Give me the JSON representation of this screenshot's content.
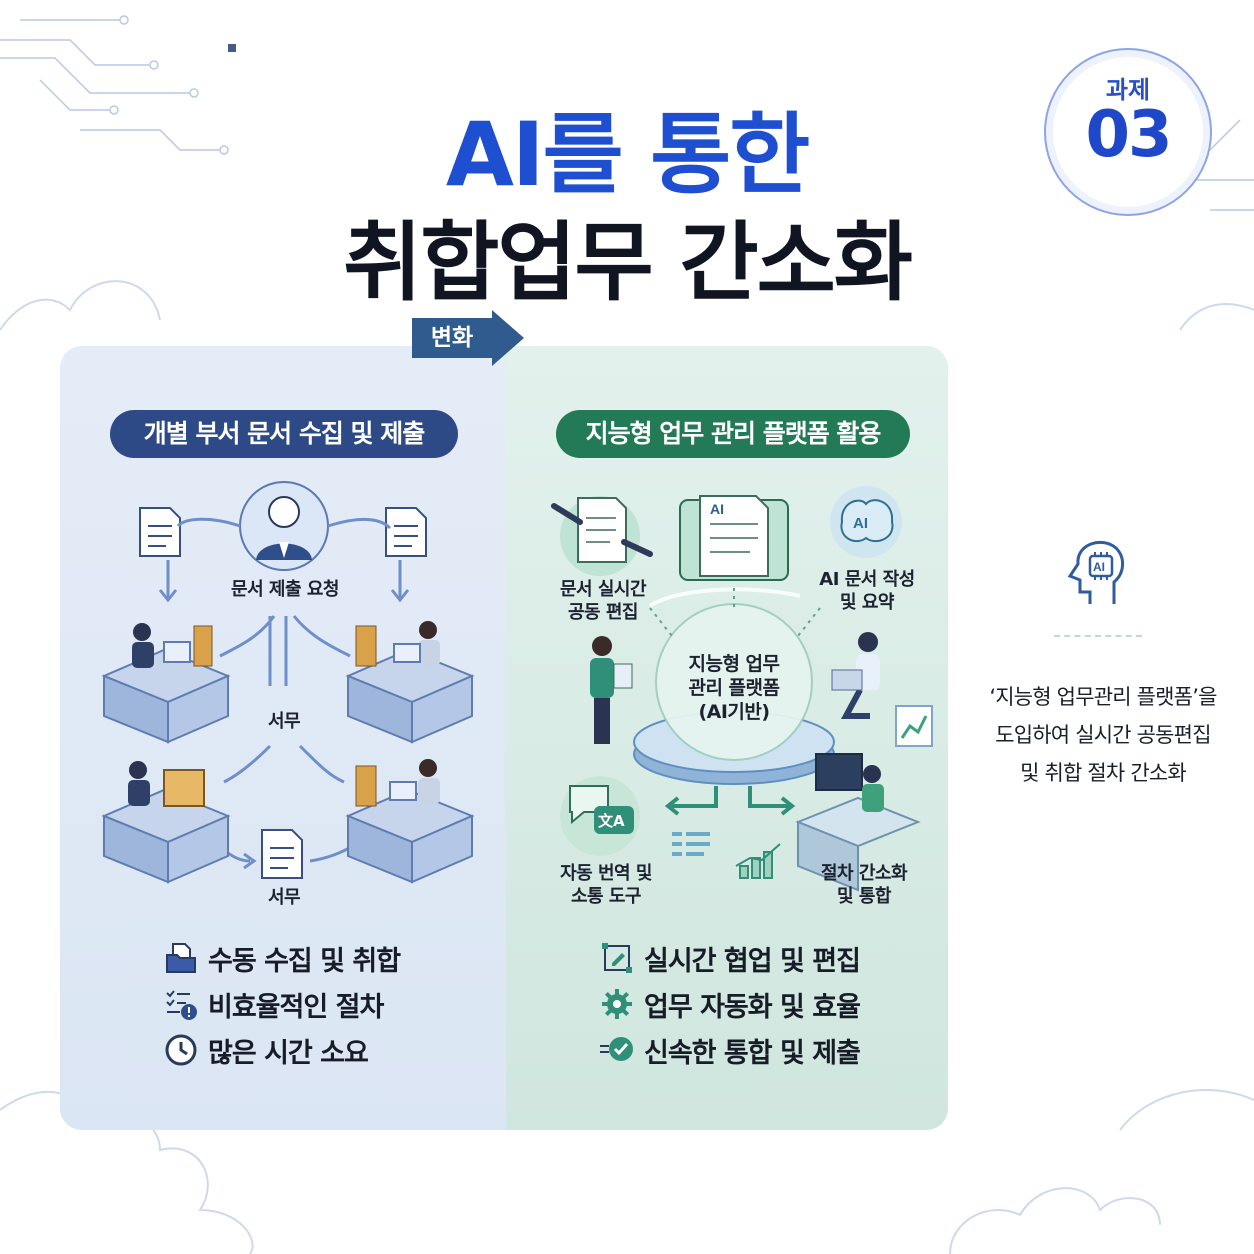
{
  "title": {
    "line1": "AI를 통한",
    "line2": "취합업무 간소화"
  },
  "badge": {
    "label": "과제",
    "number": "03"
  },
  "left_panel": {
    "header": "개별 부서 문서 수집 및 제출",
    "request_label": "문서 제출 요청",
    "work_label_1": "서무",
    "work_label_2": "서무",
    "features": [
      {
        "icon": "folder-document-icon",
        "text": "수동 수집 및 취합"
      },
      {
        "icon": "checklist-warning-icon",
        "text": "비효율적인 절차"
      },
      {
        "icon": "clock-icon",
        "text": "많은 시간 소요"
      }
    ]
  },
  "change_label": "변화",
  "right_panel": {
    "header": "지능형 업무 관리 플랫폼 활용",
    "collab_label": [
      "문서 실시간",
      "공동 편집"
    ],
    "ai_doc_icon_text": "AI",
    "brain_icon_text": "AI",
    "ai_write_label": [
      "AI 문서 작성",
      "및 요약"
    ],
    "platform_label": [
      "지능형 업무",
      "관리 플랫폼",
      "(AI기반)"
    ],
    "translate_icon_text": "文A",
    "translate_label": [
      "자동 번역 및",
      "소통 도구"
    ],
    "simplify_label": [
      "절차 간소화",
      "및 통합"
    ],
    "features": [
      {
        "icon": "edit-collaboration-icon",
        "text": "실시간 협업 및 편집"
      },
      {
        "icon": "gear-icon",
        "text": "업무 자동화 및 효율"
      },
      {
        "icon": "fast-check-icon",
        "text": "신속한 통합 및 제출"
      }
    ]
  },
  "side": {
    "icon": "ai-head-icon",
    "chip_text": "AI",
    "description": [
      "‘지능형 업무관리 플랫폼’을",
      "도입하여 실시간 공동편집",
      "및 취합 절차 간소화"
    ]
  },
  "colors": {
    "title_blue": "#1f4fd1",
    "left_header": "#2d4a86",
    "right_header": "#237a56",
    "accent_teal": "#2f8f78"
  }
}
